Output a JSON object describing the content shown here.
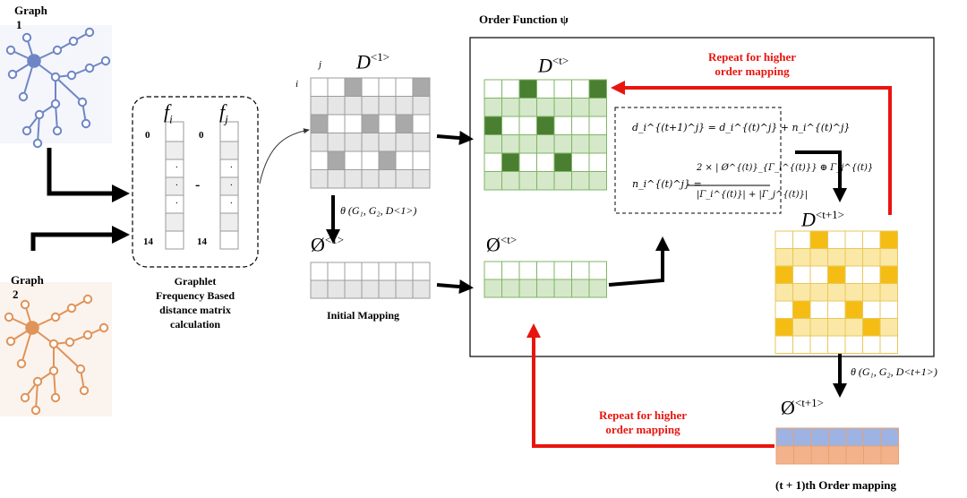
{
  "graphs": {
    "graph1_label": "Graph",
    "graph1_number": "1",
    "graph2_label": "Graph",
    "graph2_number": "2",
    "graph1_color": "#6f86c6",
    "graph2_color": "#e0935a"
  },
  "graphlet_box": {
    "fi_label": "f",
    "fi_sub": "i",
    "fj_label": "f",
    "fj_sub": "j",
    "top_index": "0",
    "bottom_index": "14",
    "dots": ".",
    "minus": "-",
    "caption_line1": "Graphlet",
    "caption_line2": "Frequency Based",
    "caption_line3": "distance matrix",
    "caption_line4": "calculation"
  },
  "initial": {
    "matrix_label": "D",
    "matrix_sup": "<1>",
    "axis_i": "i",
    "axis_j": "j",
    "theta_label": "θ (G₁, G₂, D<1>)",
    "phi_label": "Ø",
    "phi_sup": "<1>",
    "caption": "Initial Mapping",
    "gray_fill": "#a9a9a9",
    "gray_light": "#e6e6e6"
  },
  "order_function": {
    "title": "Order Function ψ",
    "dt_label": "D",
    "dt_sup": "<t>",
    "phit_label": "Ø",
    "phit_sup": "<t>",
    "dt1_label": "D",
    "dt1_sup": "<t+1>",
    "repeat_top_line1": "Repeat for higher",
    "repeat_top_line2": "order mapping",
    "formula_line1": "d_i^{(t+1)^j} = d_i^{(t)^j} + n_i^{(t)^j}",
    "formula_n": "n_i^{(t)^j} =",
    "formula_numerator": "2 × | Ø^{(t)}_{Γ_i^{(t)}} ⊕ Γ_j^{(t)}",
    "formula_denominator": "|Γ_i^{(t)}| + |Γ_j^{(t)}|",
    "green_dark": "#4a7f32",
    "green_light": "#d5e8c9",
    "yellow_dark": "#f5bd14",
    "yellow_light": "#fbe8a6"
  },
  "output": {
    "theta_label": "θ (G₁, G₂, D<t+1>)",
    "phi_label": "Ø",
    "phi_sup": "<t+1>",
    "repeat_bottom_line1": "Repeat for higher",
    "repeat_bottom_line2": "order mapping",
    "caption": "(t + 1)th Order mapping",
    "blue_fill": "#9db3e4",
    "orange_fill": "#f3b28c"
  }
}
